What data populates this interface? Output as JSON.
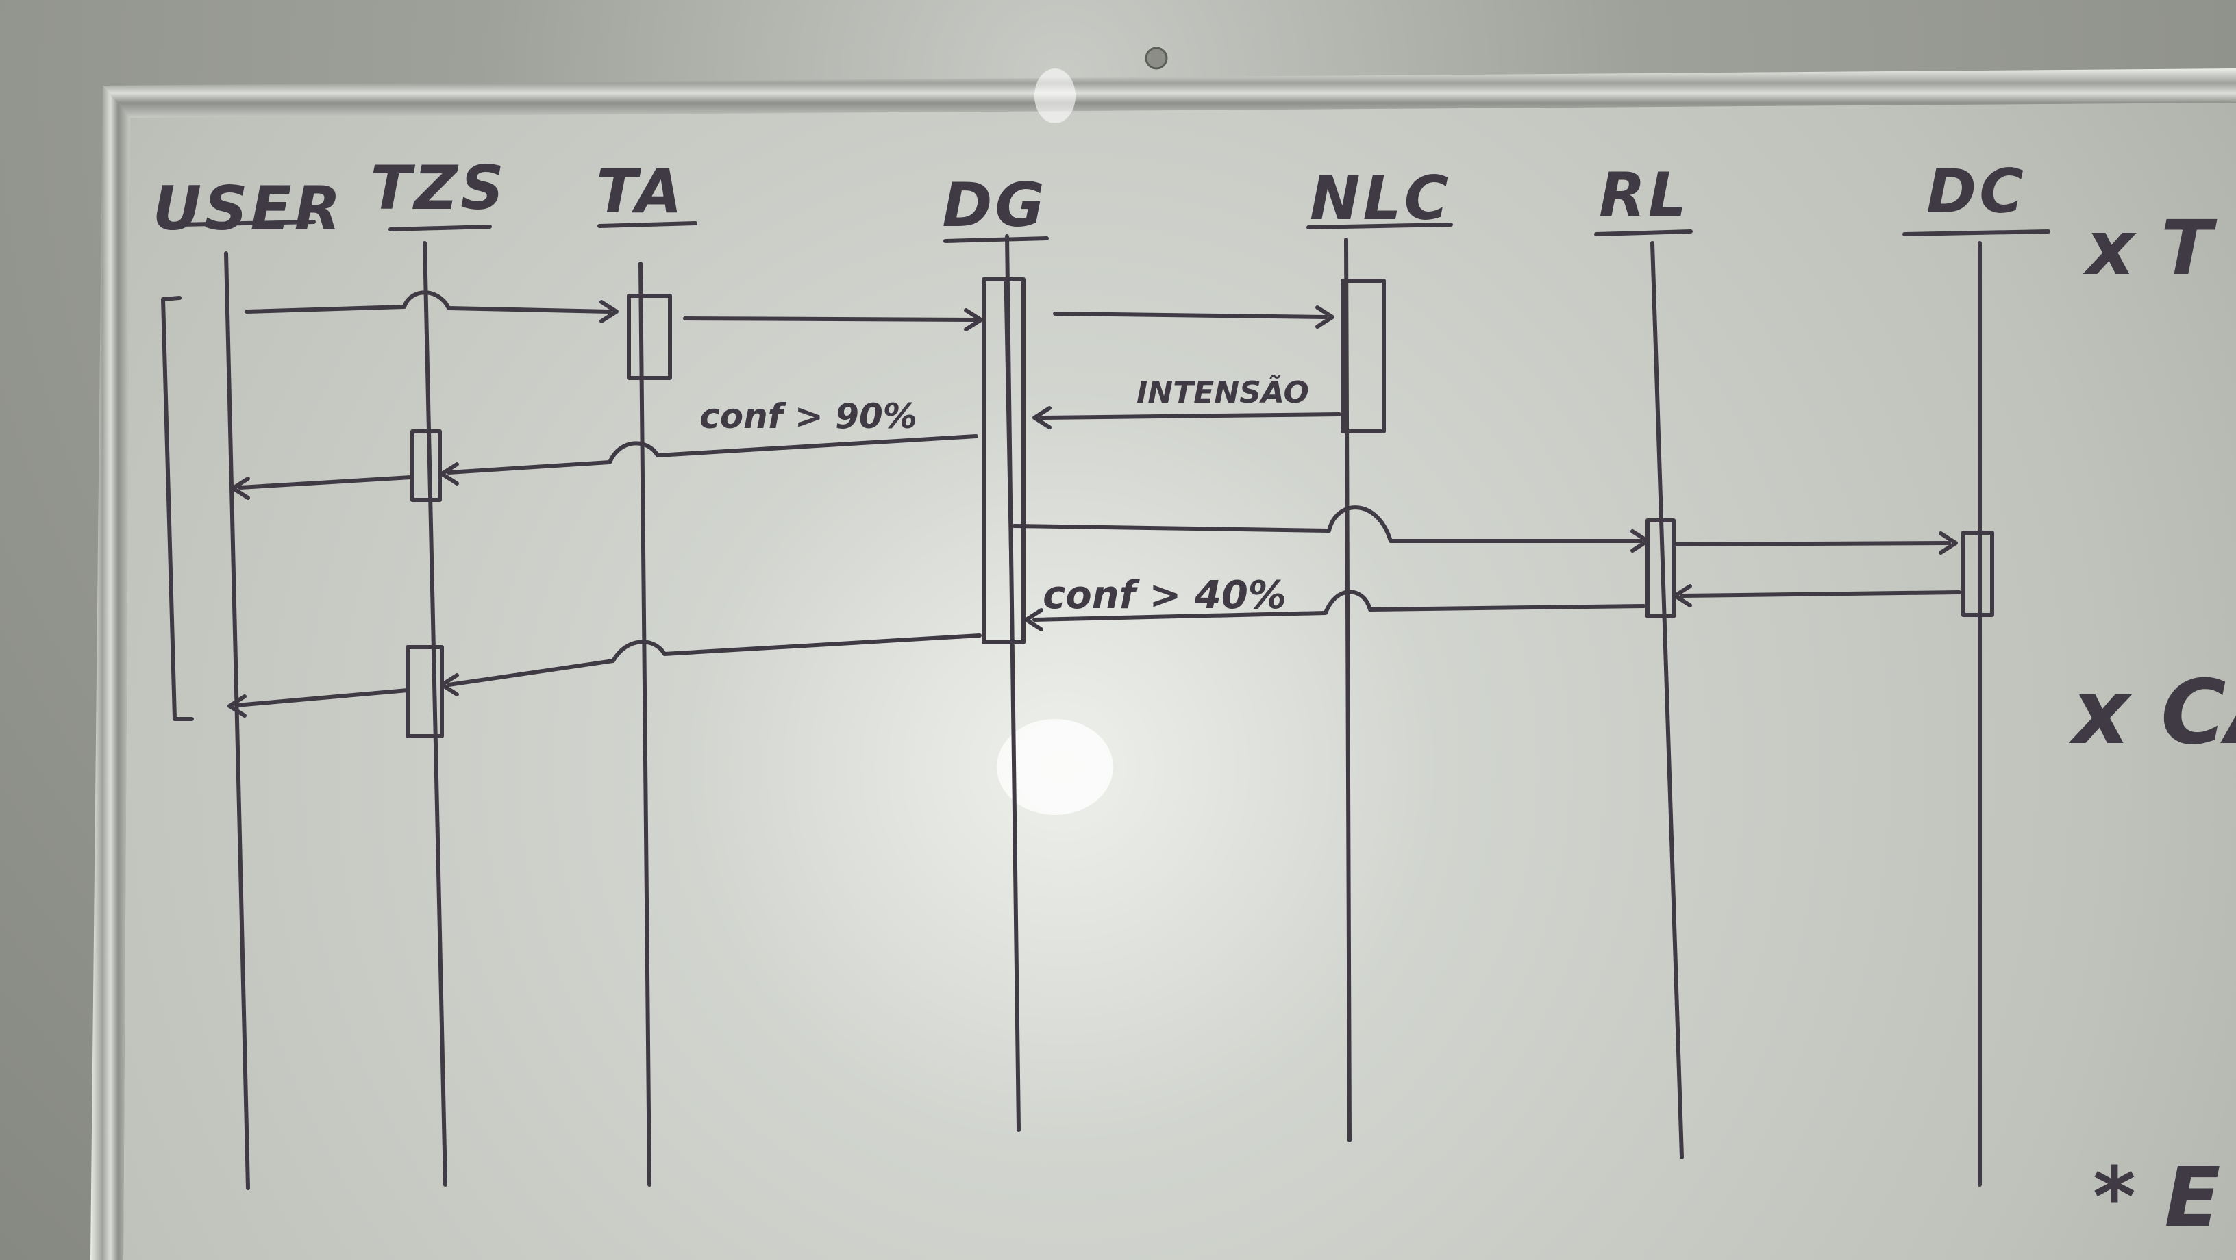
{
  "diagram": {
    "lifelines": [
      {
        "key": "user",
        "label": "USER"
      },
      {
        "key": "tzs",
        "label": "TZS"
      },
      {
        "key": "ta",
        "label": "TA"
      },
      {
        "key": "dg",
        "label": "DG"
      },
      {
        "key": "nlc",
        "label": "NLC"
      },
      {
        "key": "rl",
        "label": "RL"
      },
      {
        "key": "dc",
        "label": "DC"
      }
    ],
    "messages": [
      {
        "key": "m1",
        "from": "user",
        "to": "ta",
        "label": ""
      },
      {
        "key": "m2",
        "from": "ta",
        "to": "dg",
        "label": ""
      },
      {
        "key": "m3",
        "from": "dg",
        "to": "nlc",
        "label": ""
      },
      {
        "key": "m4",
        "from": "nlc",
        "to": "dg",
        "label": "INTENSÃO"
      },
      {
        "key": "m5",
        "from": "dg",
        "to": "tzs",
        "label": "conf > 90%"
      },
      {
        "key": "m6",
        "from": "tzs",
        "to": "user",
        "label": ""
      },
      {
        "key": "m7",
        "from": "dg",
        "to": "rl",
        "label": ""
      },
      {
        "key": "m8",
        "from": "rl",
        "to": "dc",
        "label": ""
      },
      {
        "key": "m9",
        "from": "dc",
        "to": "rl",
        "label": ""
      },
      {
        "key": "m10",
        "from": "rl",
        "to": "dg",
        "label": "conf > 40%"
      },
      {
        "key": "m11",
        "from": "dg",
        "to": "tzs",
        "label": ""
      },
      {
        "key": "m12",
        "from": "tzs",
        "to": "user",
        "label": ""
      }
    ],
    "side_notes": [
      "x T",
      "x CA",
      "* E"
    ]
  },
  "colors": {
    "ink": "#3f3a44",
    "board": "#c3c6bf",
    "frame": "#d6d8d3"
  }
}
